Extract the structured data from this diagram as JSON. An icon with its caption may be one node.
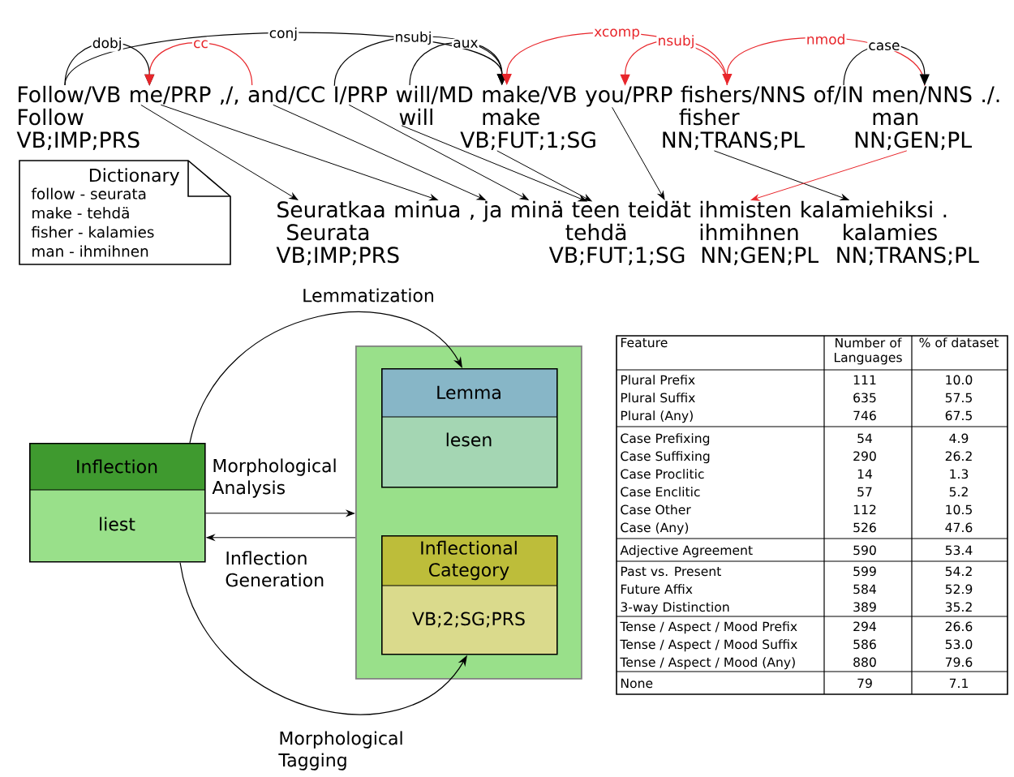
{
  "diagram": {
    "nodes": [
      {
        "text": [
          "Follow/VB",
          "Follow",
          "VB;IMP;PRS"
        ]
      },
      {
        "text": [
          "me/PRP"
        ]
      },
      {
        "text": [
          ",/,"
        ]
      },
      {
        "text": [
          "and/CC"
        ]
      },
      {
        "text": [
          "I/PRP"
        ]
      },
      {
        "text": [
          "will/MD",
          "will"
        ]
      },
      {
        "text": [
          "make/VB",
          "make",
          "VB;FUT;1;SG"
        ]
      },
      {
        "text": [
          "you/PRP"
        ]
      },
      {
        "text": [
          "fishers/NNS",
          "fisher",
          "NN;TRANS;PL"
        ]
      },
      {
        "text": [
          "of/IN"
        ]
      },
      {
        "text": [
          "men/NNS",
          "man",
          "NN;GEN;PL"
        ]
      },
      {
        "text": [
          "./."
        ]
      },
      {
        "text": [
          "Seuratkaa",
          "Seurata",
          "VB;IMP;PRS"
        ]
      },
      {
        "text": [
          "minua"
        ]
      },
      {
        "text": [
          ","
        ]
      },
      {
        "text": [
          "ja"
        ]
      },
      {
        "text": [
          "minä"
        ]
      },
      {
        "text": [
          "teen",
          "tehdä",
          "VB;FUT;1;SG"
        ]
      },
      {
        "text": [
          "teidät"
        ]
      },
      {
        "text": [
          "ihmisten",
          "ihmihnen",
          "NN;GEN;PL"
        ]
      },
      {
        "text": [
          "kalamiehiksi",
          "kalamies",
          "NN;TRANS;PL"
        ]
      },
      {
        "text": [
          "."
        ]
      },
      {
        "text": [
          "Dictionary",
          "follow - seurata",
          "make - tehdä",
          "fisher - kalamies",
          "man - ihmihnen"
        ]
      },
      {
        "text": [
          "Inflection",
          "liest"
        ]
      },
      {
        "text": [],
        "shape": "box"
      },
      {
        "text": [
          "Lemma",
          "lesen"
        ],
        "in": 24
      },
      {
        "text": [
          "Inflectional Category",
          "VB;2;SG;PRS"
        ],
        "in": 24
      }
    ],
    "edges": [
      {
        "from": 0,
        "to": 1,
        "arrow": "to",
        "label": "dobj"
      },
      {
        "from": 3,
        "to": 1,
        "arrow": "to",
        "label": "cc",
        "color": "#e8262b"
      },
      {
        "from": 0,
        "to": 6,
        "arrow": "to",
        "label": "conj"
      },
      {
        "from": 4,
        "to": 6,
        "arrow": "to",
        "label": "nsubj"
      },
      {
        "from": 5,
        "to": 6,
        "arrow": "to",
        "label": "aux"
      },
      {
        "from": 8,
        "to": 6,
        "arrow": "to",
        "label": "xcomp",
        "color": "#e8262b"
      },
      {
        "from": 8,
        "to": 7,
        "arrow": "to",
        "label": "nsubj",
        "color": "#e8262b"
      },
      {
        "from": 10,
        "to": 8,
        "arrow": "to",
        "label": "nmod",
        "color": "#e8262b"
      },
      {
        "from": 9,
        "to": 10,
        "arrow": "to",
        "label": "case"
      },
      {
        "from": 0,
        "to": 12,
        "arrow": "to"
      },
      {
        "from": 1,
        "to": 13,
        "arrow": "to"
      },
      {
        "from": 3,
        "to": 15,
        "arrow": "to"
      },
      {
        "from": 4,
        "to": 16,
        "arrow": "to"
      },
      {
        "from": 5,
        "to": 17,
        "arrow": "to"
      },
      {
        "from": 6,
        "to": 17,
        "arrow": "to"
      },
      {
        "from": 7,
        "to": 18,
        "arrow": "to"
      },
      {
        "from": 8,
        "to": 20,
        "arrow": "to"
      },
      {
        "from": 10,
        "to": 19,
        "arrow": "to",
        "color": "#e8262b"
      },
      {
        "from": 23,
        "to": 25,
        "arrow": "to",
        "label": "Lemmatization"
      },
      {
        "from": 23,
        "to": 24,
        "arrow": "to",
        "label": "Morphological Analysis"
      },
      {
        "from": 24,
        "to": 23,
        "arrow": "to",
        "label": "Inflection Generation"
      },
      {
        "from": 23,
        "to": 26,
        "arrow": "to",
        "label": "Morphological Tagging"
      }
    ],
    "labels": [
      "Feature",
      "Number of Languages",
      "% of dataset",
      "Plural Prefix",
      "111",
      "10.0",
      "Plural Suffix",
      "635",
      "57.5",
      "Plural (Any)",
      "746",
      "67.5",
      "Case Prefixing",
      "54",
      "4.9",
      "Case Suffixing",
      "290",
      "26.2",
      "Case Proclitic",
      "14",
      "1.3",
      "Case Enclitic",
      "57",
      "5.2",
      "Case Other",
      "112",
      "10.5",
      "Case (Any)",
      "526",
      "47.6",
      "Adjective Agreement",
      "590",
      "53.4",
      "Past vs. Present",
      "599",
      "54.2",
      "Future Affix",
      "584",
      "52.9",
      "3-way Distinction",
      "389",
      "35.2",
      "Tense / Aspect / Mood Prefix",
      "294",
      "26.6",
      "Tense / Aspect / Mood Suffix",
      "586",
      "53.0",
      "Tense / Aspect / Mood (Any)",
      "880",
      "79.6",
      "None",
      "79",
      "7.1"
    ]
  }
}
